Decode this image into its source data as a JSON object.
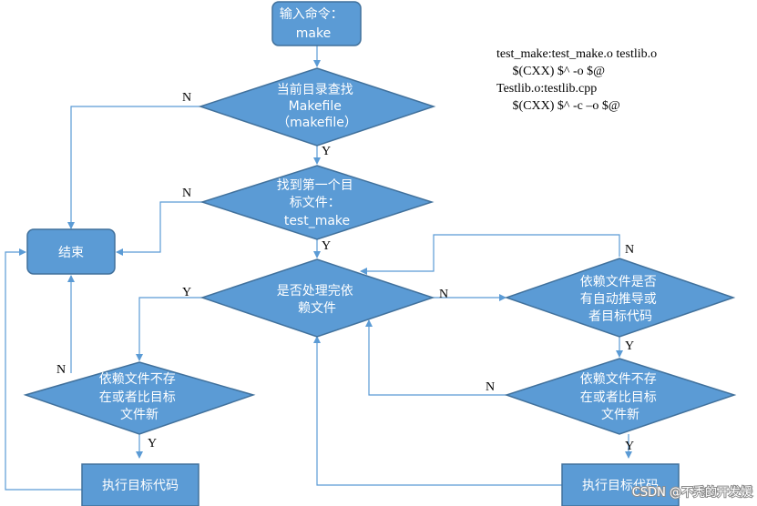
{
  "nodes": {
    "input_make": [
      "输入命令：",
      "make"
    ],
    "find_makefile": [
      "当前目录查找",
      "Makefile",
      "（makefile）"
    ],
    "find_target": [
      "找到第一个目",
      "标文件：",
      "test_make"
    ],
    "end": [
      "结束"
    ],
    "all_processed": [
      "是否处理完依",
      "赖文件"
    ],
    "dep_has_rule": [
      "依赖文件是否",
      "有自动推导或",
      "者目标代码"
    ],
    "dep_missing_left": [
      "依赖文件不存",
      "在或者比目标",
      "文件新"
    ],
    "dep_missing_right": [
      "依赖文件不存",
      "在或者比目标",
      "文件新"
    ],
    "exec_left": [
      "执行目标代码"
    ],
    "exec_right": [
      "执行目标代码"
    ]
  },
  "edge_labels": {
    "makefile_no": "N",
    "makefile_yes": "Y",
    "target_no": "N",
    "target_yes": "Y",
    "processed_yes": "Y",
    "processed_no": "N",
    "rule_no": "N",
    "rule_yes": "Y",
    "right_missing_no": "N",
    "right_missing_yes": "Y",
    "left_missing_no": "N",
    "left_missing_yes": "Y"
  },
  "code": [
    "test_make:test_make.o testlib.o",
    "     $(CXX) $^ -o $@",
    "Testlib.o:testlib.cpp",
    "     $(CXX) $^ -c –o $@"
  ],
  "watermark": "CSDN @不秃的开发媛"
}
